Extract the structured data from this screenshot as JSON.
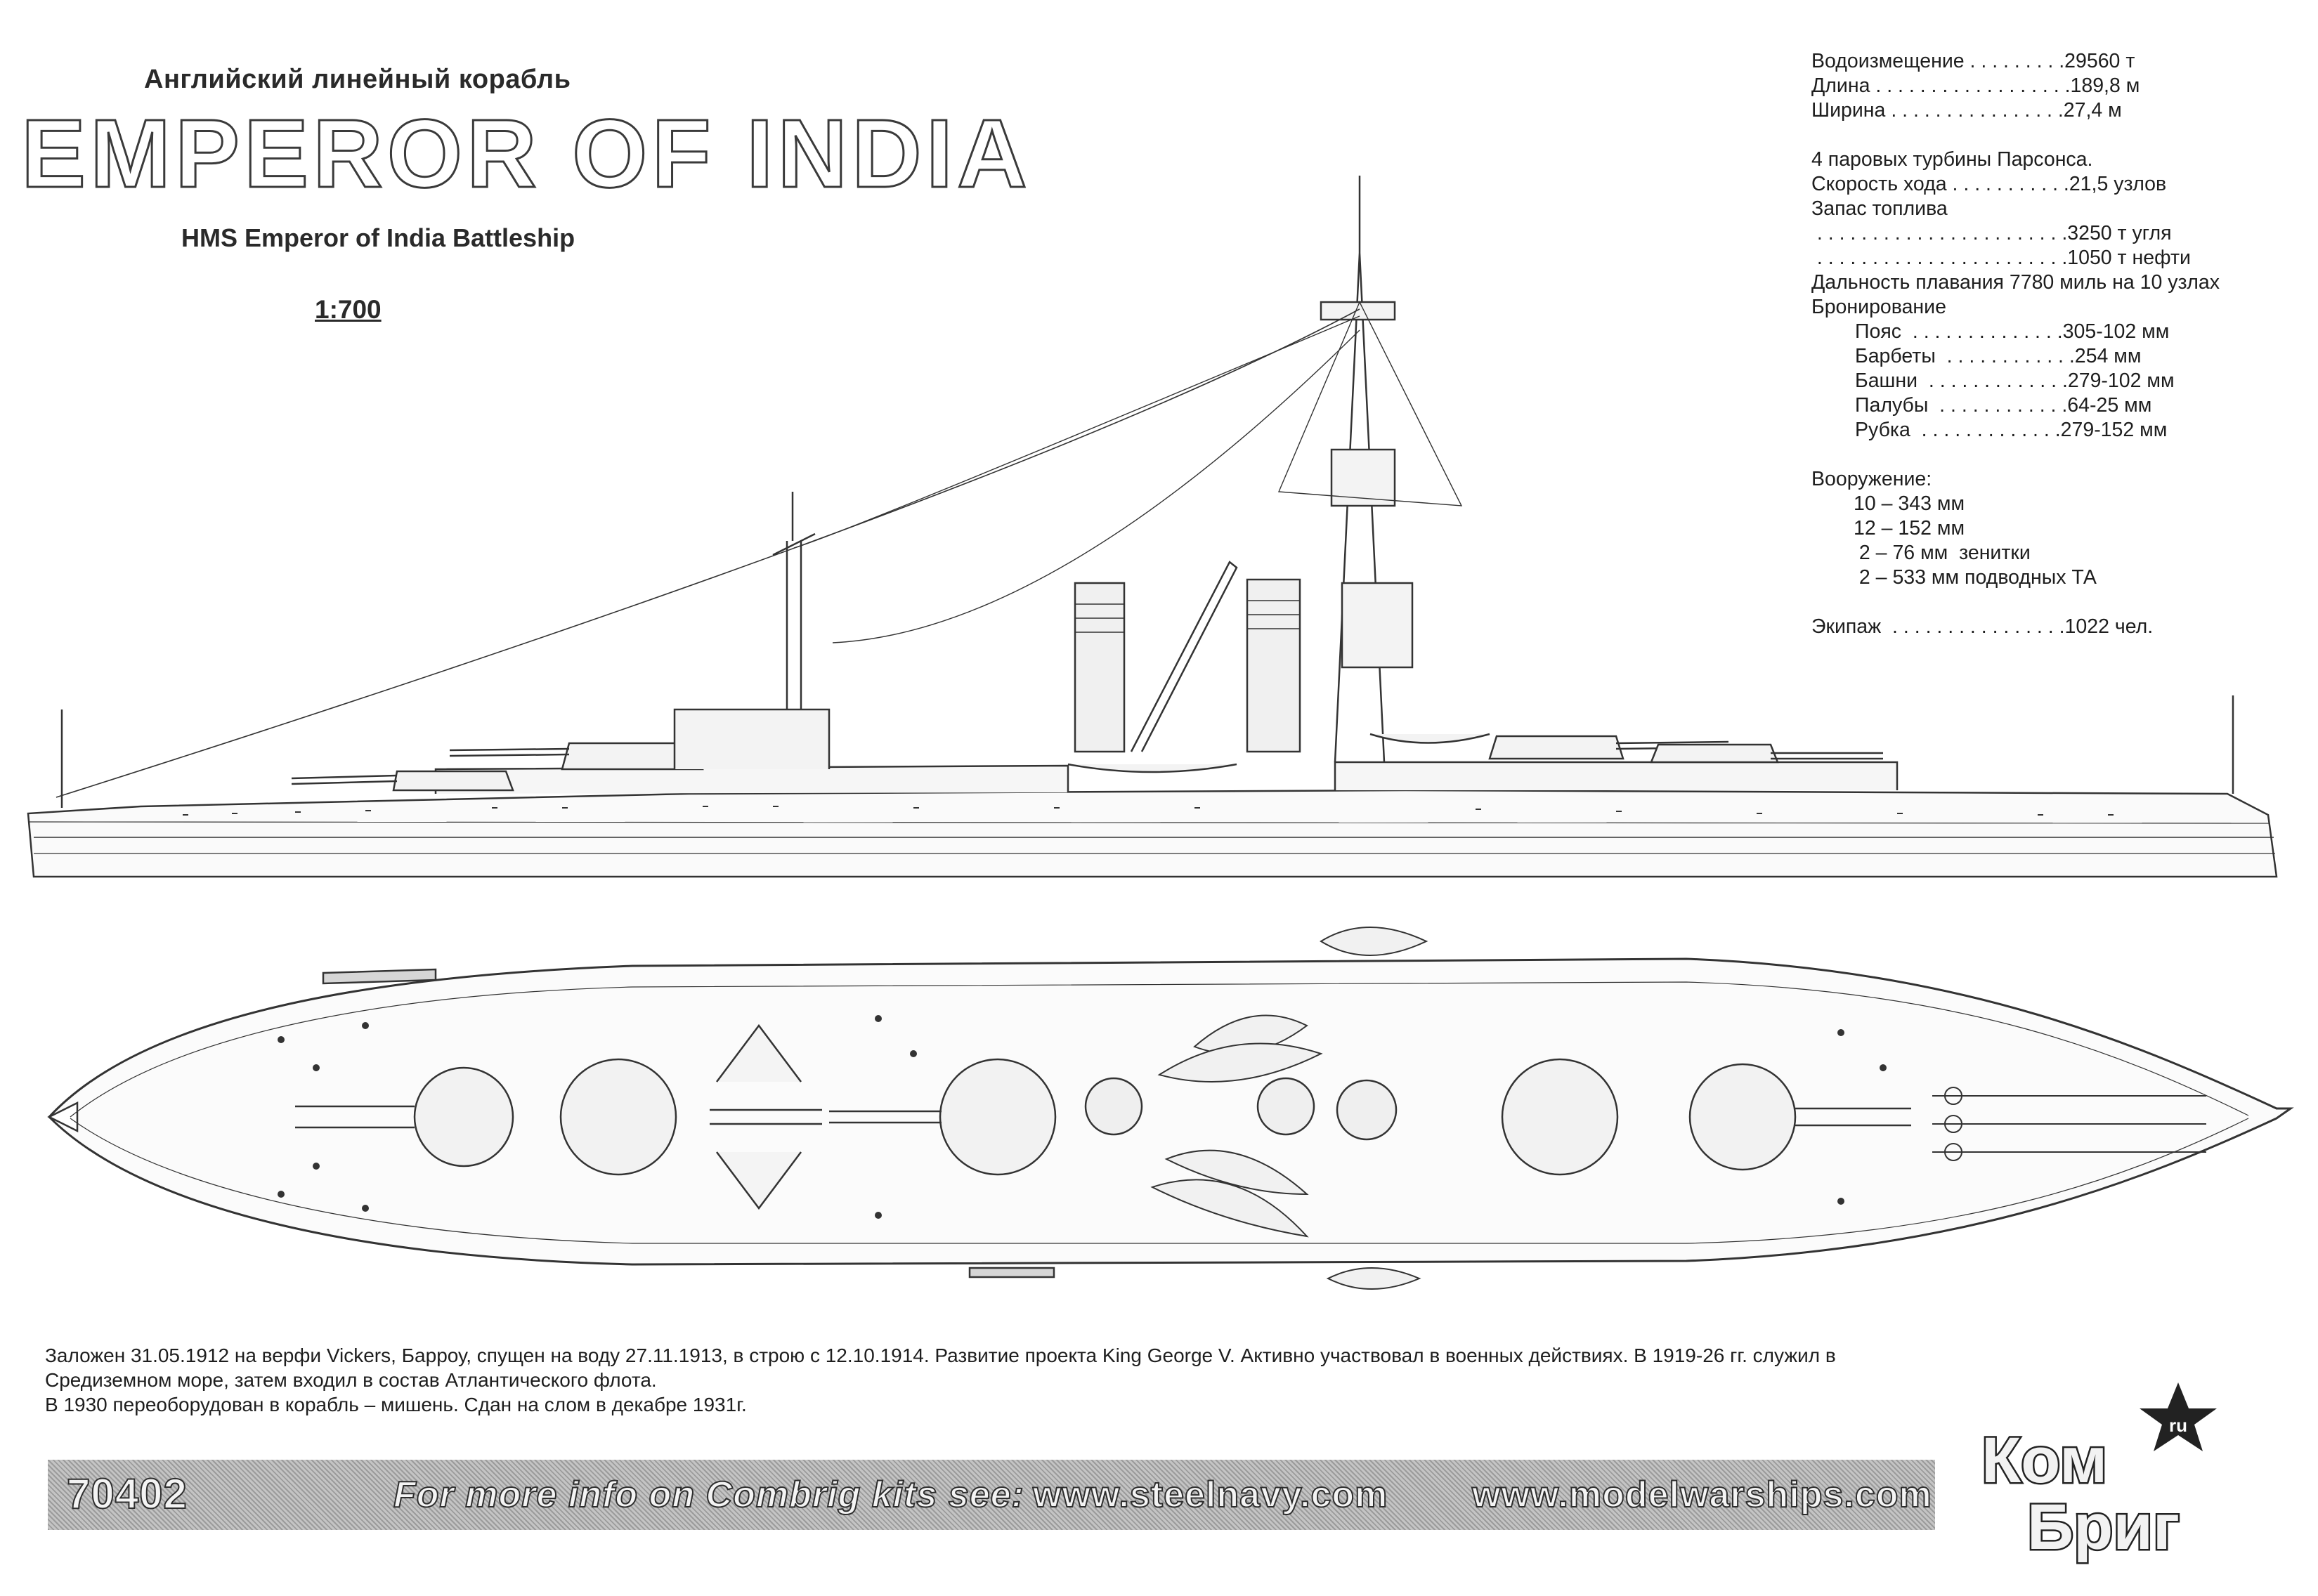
{
  "header": {
    "title_ru": "Английский линейный корабль",
    "title_main": "EMPEROR OF INDIA",
    "title_en": "HMS Emperor of India Battleship",
    "scale": "1:700"
  },
  "specs": [
    "Водоизмещение . . . . . . . . .29560 т",
    "Длина . . . . . . . . . . . . . . . . . .189,8 м",
    "Ширина . . . . . . . . . . . . . . . .27,4 м",
    "",
    "4 паровых турбины Парсонса.",
    "Скорость хода . . . . . . . . . . .21,5 узлов",
    "Запас топлива",
    " . . . . . . . . . . . . . . . . . . . . . . .3250 т угля",
    " . . . . . . . . . . . . . . . . . . . . . . .1050 т нефти",
    "Дальность плавания 7780 миль на 10 узлах",
    "Бронирование",
    "Пояс  . . . . . . . . . . . . . .305-102 мм",
    "Барбеты  . . . . . . . . . . . .254 мм",
    "Башни  . . . . . . . . . . . . .279-102 мм",
    "Палубы  . . . . . . . . . . . .64-25 мм",
    "Рубка  . . . . . . . . . . . . .279-152 мм",
    "",
    "Вооружение:",
    "10 – 343 мм",
    "12 – 152 мм",
    " 2 – 76 мм  зенитки",
    " 2 – 533 мм подводных ТА",
    "",
    "Экипаж  . . . . . . . . . . . . . . . .1022 чел."
  ],
  "history": [
    "Заложен 31.05.1912 на верфи Vickers,  Барроу, спущен на воду 27.11.1913, в строю с 12.10.1914. Развитие проекта King George V.  Активно участвовал в военных действиях.  В 1919-26 гг. служил в",
    "Средиземном море, затем входил в состав Атлантического флота.",
    "В 1930 переоборудован в корабль – мишень. Сдан на слом в декабре 1931г."
  ],
  "footer": {
    "kit_code": "70402",
    "info": "For more info on Combrig kits see:",
    "url1": "www.steelnavy.com",
    "url2": "www.modelwarships.com"
  },
  "logo": {
    "line1": "Ком",
    "line2": "Бриг",
    "star_text": "ru"
  }
}
